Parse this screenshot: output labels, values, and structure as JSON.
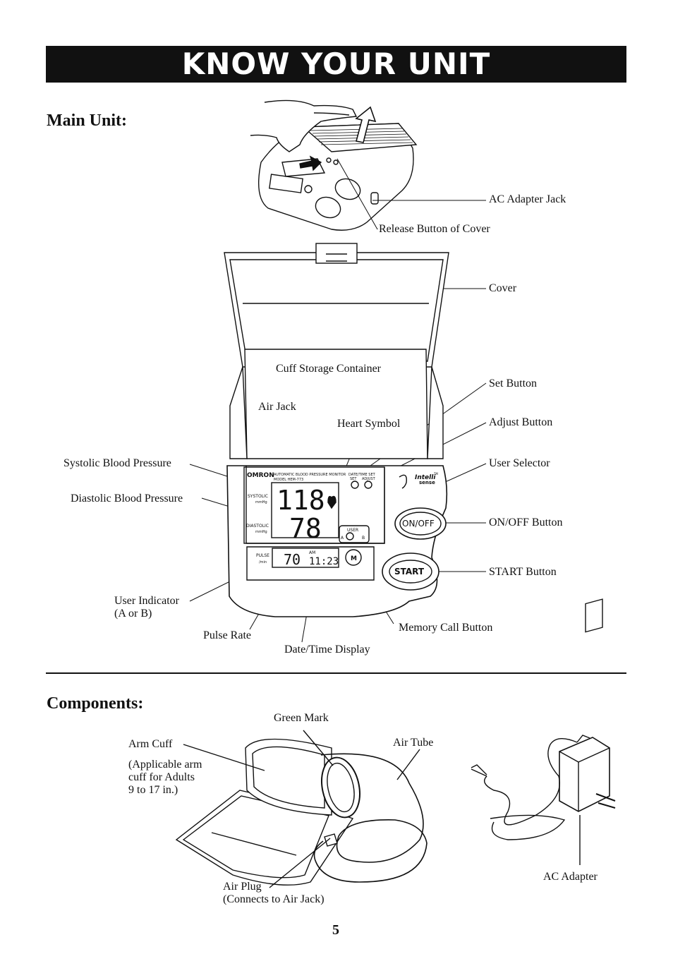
{
  "header": {
    "title": "KNOW YOUR UNIT"
  },
  "main_unit": {
    "title": "Main Unit:",
    "labels": {
      "ac_adapter_jack": "AC Adapter Jack",
      "release_button": "Release Button of Cover",
      "cover": "Cover",
      "cuff_storage": "Cuff Storage Container",
      "set_button": "Set Button",
      "air_jack": "Air Jack",
      "heart_symbol": "Heart Symbol",
      "adjust_button": "Adjust Button",
      "systolic": "Systolic Blood Pressure",
      "user_selector": "User Selector",
      "diastolic": "Diastolic Blood Pressure",
      "onoff_button": "ON/OFF Button",
      "start_button": "START Button",
      "user_indicator_1": "User Indicator",
      "user_indicator_2": "(A or B)",
      "memory_call": "Memory Call Button",
      "pulse_rate": "Pulse Rate",
      "date_time": "Date/Time Display"
    },
    "device": {
      "brand": "OMRON",
      "model_line1": "AUTOMATIC BLOOD PRESSURE MONITOR",
      "model_line2": "MODEL HEM-773",
      "systolic_tag": "SYSTOLIC",
      "diastolic_tag": "DIASTOLIC",
      "unit": "mmHg",
      "systolic_value": "118",
      "diastolic_value": "78",
      "pulse_tag": "PULSE",
      "pulse_unit": "/min",
      "pulse_value": "70",
      "am": "AM",
      "time": "11:23",
      "datetime_set": "DATE/TIME SET",
      "set": "SET",
      "adjust": "ADJUST",
      "user": "USER",
      "user_a": "A",
      "user_b": "B",
      "memory": "M",
      "onoff": "ON/OFF",
      "start": "START",
      "intelli": "Intelli",
      "sense": "sense",
      "tm": "TM"
    }
  },
  "components": {
    "title": "Components:",
    "labels": {
      "green_mark": "Green Mark",
      "arm_cuff": "Arm Cuff",
      "air_tube": "Air Tube",
      "applicable_1": "(Applicable arm",
      "applicable_2": "cuff for Adults",
      "applicable_3": "9 to 17 in.)",
      "air_plug_1": "Air Plug",
      "air_plug_2": "(Connects to Air Jack)",
      "ac_adapter": "AC Adapter"
    }
  },
  "page_number": "5"
}
